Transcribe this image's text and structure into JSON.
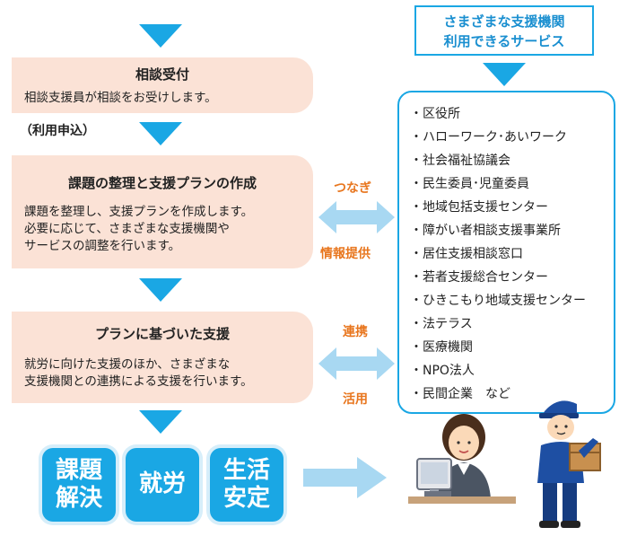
{
  "services_header": {
    "line1": "さまざまな支援機関",
    "line2": "利用できるサービス"
  },
  "steps": [
    {
      "title": "相談受付",
      "body": "相談支援員が相談をお受けします。"
    },
    {
      "title": "課題の整理と支援プランの作成",
      "body": "課題を整理し、支援プランを作成します。\n必要に応じて、さまざまな支援機関や\nサービスの調整を行います。"
    },
    {
      "title": "プランに基づいた支援",
      "body": "就労に向けた支援のほか、さまざまな\n支援機関との連携による支援を行います。"
    }
  ],
  "apply_label": "（利用申込）",
  "link_labels": {
    "top_upper": "つなぎ",
    "top_lower": "情報提供",
    "bottom_upper": "連携",
    "bottom_lower": "活用"
  },
  "services": [
    "・区役所",
    "・ハローワーク･あいワーク",
    "・社会福祉協議会",
    "・民生委員･児童委員",
    "・地域包括支援センター",
    "・障がい者相談支援事業所",
    "・居住支援相談窓口",
    "・若者支援総合センター",
    "・ひきこもり地域支援センター",
    "・法テラス",
    "・医療機関",
    "・NPO法人",
    "・民間企業　など"
  ],
  "results": [
    "課題\n解決",
    "就労",
    "生活\n安定"
  ],
  "colors": {
    "accent_blue": "#1aa7e4",
    "step_fill": "#fbe2d6",
    "label_orange": "#e8761e",
    "double_arrow": "#a8d8f2"
  }
}
